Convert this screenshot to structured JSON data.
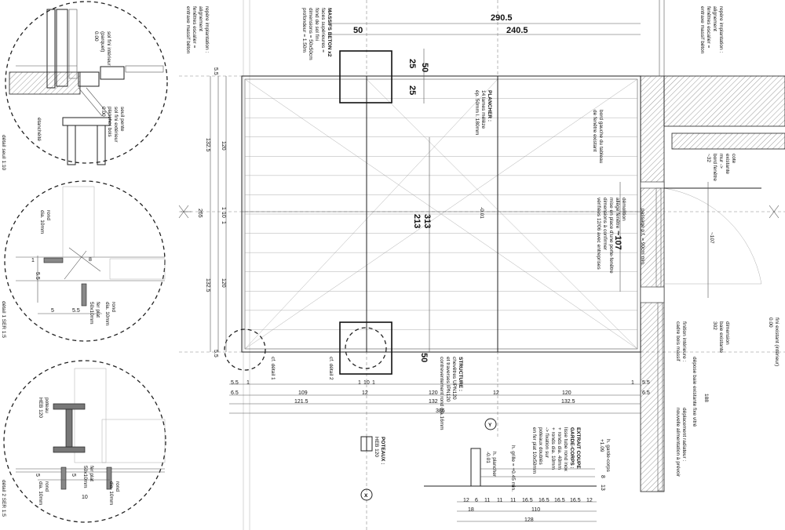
{
  "dims_top": {
    "d290": "290.5",
    "d50": "50",
    "d240": "240.5",
    "d50v": "50",
    "d25a": "25",
    "d25b": "25"
  },
  "dims_mid": {
    "d313": "313",
    "d213": "213",
    "d107": "~107",
    "d50b": "50",
    "d001": "-0.01"
  },
  "dims_left": {
    "d55a": "5.5",
    "d120a": "120",
    "d1325a": "132.5",
    "d265": "265",
    "d1a": "1",
    "d10": "10",
    "d1b": "1",
    "d120b": "120",
    "d1325b": "132.5",
    "d55b": "5.5"
  },
  "dims_bottom": {
    "row1": [
      "5.5",
      "1",
      "1",
      "10",
      "1",
      "1",
      "5.5"
    ],
    "row2": [
      "6.5",
      "109",
      "12",
      "120",
      "12",
      "120",
      "6.5"
    ],
    "row3": [
      "121.5",
      "132",
      "132.5"
    ],
    "total": "386"
  },
  "notes": {
    "massifs": [
      "MASSIFS BETON x2",
      "faces supérieures =",
      "fond de sol fini",
      "dimensions = 50x50cm",
      "profondeur = 1.50m"
    ],
    "repere_left": [
      "repère implantation :",
      "alignement",
      "fenêtres escalier =",
      "entraxe massif béton"
    ],
    "repere_right": [
      "repère implantation :",
      "alignement",
      "fenêtres escalier =",
      "entraxe massif béton"
    ],
    "plancher": [
      "PLANCHER :",
      "14 lames mélèze",
      "ép. 50mm l. 180mm"
    ],
    "bord": [
      "bord gauche du tableau",
      "de fenêtre existant"
    ],
    "demolition": [
      "démolition",
      "allège fenêtre",
      "mise en place d'une porte-fenêtre",
      "dimensions à confirmer",
      "vérifiées 12/06 avec entreprises"
    ],
    "cote": [
      "cote",
      "existante",
      "mur ->",
      "bord fenêtre",
      "~32"
    ],
    "passage": "passage p.f. = 90cm min.",
    "d107r": "~107",
    "dimension_baie": [
      "dimension",
      "baie existante",
      "302"
    ],
    "finition": [
      "finition intérieure :",
      "cadre bois massif"
    ],
    "depose": "dépose baie existante",
    "fixe": "fixe vitré",
    "d188": "188",
    "deplacement": [
      "déplacement radiateur :",
      "nouvelle alimentation à prévoir"
    ],
    "fini": [
      "fini existant (intérieur)",
      "0.00"
    ],
    "structure": [
      "STRUCTURE :",
      "chevêtres UPN120",
      "et traverses IPN120",
      "contreventement rond dia.16mm"
    ],
    "poteaux": [
      "POTEAUX :",
      "HEB 120"
    ],
    "extrait": [
      "EXTRAIT COUPE",
      "GARDE-CORPS :",
      "lisse tube rond inox",
      "+ ronds dia. 40mm",
      "+ ronds dia. 10mm",
      "-> fixation sur",
      "poteaux doublés",
      "en fer plat 10x50mm"
    ],
    "garde_corps_h": [
      "h. garde-corps",
      "+1.09"
    ],
    "grille_h": "h. grille = +0.45 min.",
    "plancher_h": [
      "h. plancher",
      "-0.01"
    ],
    "cf1": "cf. détail 1",
    "cf2": "cf. détail 2",
    "axis_y": "Y",
    "axis_x": "X"
  },
  "coupe_dims": {
    "row1": [
      "12",
      "6",
      "11",
      "11",
      "11",
      "16.5",
      "16.5",
      "16.5",
      "16.5",
      "12"
    ],
    "row2": [
      "18",
      "110"
    ],
    "total": "128",
    "d8": "8",
    "d13": "13"
  },
  "detail_seuil": {
    "title": "détail seuil 1:10",
    "sol": [
      "sol fini intérieur",
      "(parquet)",
      "0.00"
    ],
    "seuil": [
      "seuil pente",
      "sol fini extérieur",
      "plancher bois",
      "0.00"
    ],
    "etancheite": "étanchéité"
  },
  "detail1": {
    "title": "détail 1 SER 1:5",
    "rond": [
      "rond",
      "dia. 10mm"
    ],
    "ferplat": [
      "fer plat",
      "50x10mm"
    ],
    "rond2": [
      "rond",
      "dia. 10mm"
    ],
    "d8": "8",
    "d1": "1",
    "d55a": "5.5",
    "d55b": "5.5",
    "d5": "5"
  },
  "detail2": {
    "title": "détail 2 SER 1:5",
    "poteau": [
      "poteau",
      "HEB 120"
    ],
    "ferplat": [
      "fer plat",
      "50x10mm"
    ],
    "rond": [
      "rond",
      "dia. 10mm"
    ],
    "rond2": [
      "rond",
      "dia. 10mm"
    ],
    "d5a": "5",
    "d5b": "5",
    "d10": "10"
  }
}
